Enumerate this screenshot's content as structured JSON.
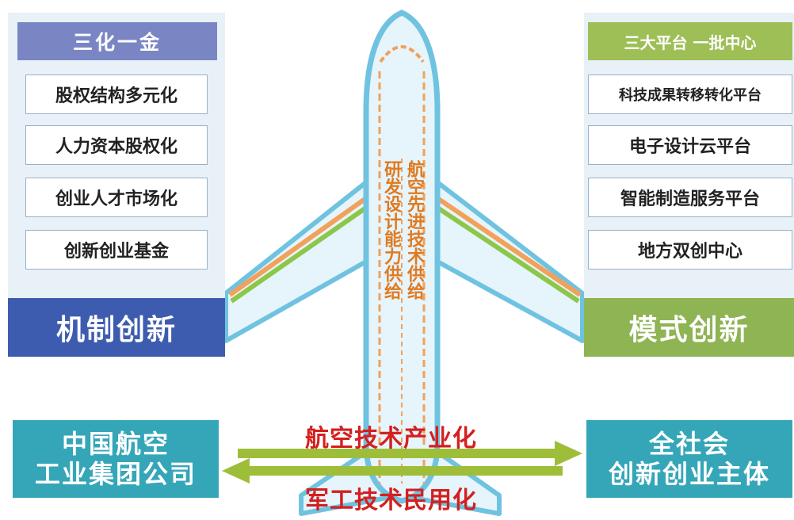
{
  "left_panel": {
    "header": "三化一金",
    "items": [
      "股权结构多元化",
      "人力资本股权化",
      "创业人才市场化",
      "创新创业基金"
    ],
    "footer": "机制创新"
  },
  "right_panel": {
    "header": "三大平台 一批中心",
    "items": [
      "科技成果转移转化平台",
      "电子设计云平台",
      "智能制造服务平台",
      "地方双创中心"
    ],
    "footer": "模式创新"
  },
  "plane": {
    "col_left": "研发设计能力供给",
    "col_right": "航空先进技术供给"
  },
  "bottom_left": {
    "line1": "中国航空",
    "line2": "工业集团公司"
  },
  "bottom_right": {
    "line1": "全社会",
    "line2": "创新创业主体"
  },
  "arrows": {
    "top_label": "航空技术产业化",
    "bottom_label": "军工技术民用化"
  },
  "colors": {
    "plane_fill": "#e6f4fb",
    "plane_stroke": "#6fc3e0",
    "arrow_green": "#9ebe3a",
    "accent_blue": "#3e5caf",
    "accent_green": "#8eb453",
    "teal": "#35a6b8"
  }
}
